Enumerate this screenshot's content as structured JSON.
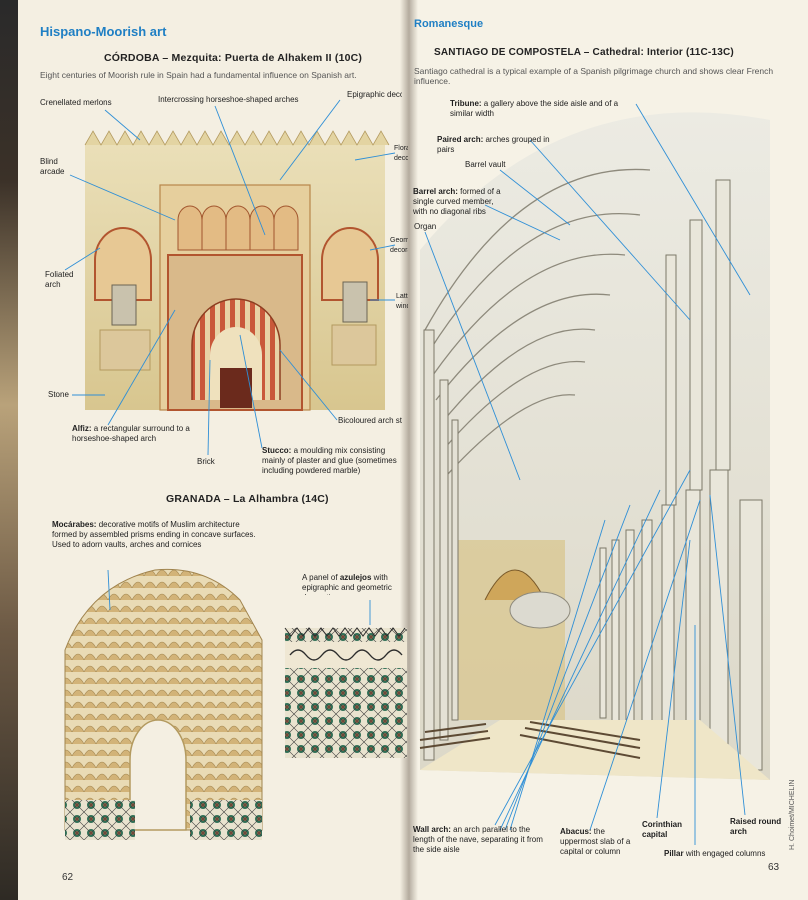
{
  "left": {
    "section_title": "Hispano-Moorish art",
    "cordoba": {
      "heading": "CÓRDOBA – Mezquita: Puerta de Alhakem II (10C)",
      "intro": "Eight centuries of Moorish rule in Spain had a fundamental influence on Spanish art.",
      "labels": {
        "crenellated": "Crenellated merlons",
        "intercrossing": "Intercrossing horseshoe-shaped arches",
        "epigraphic": "Epigraphic decoration",
        "blind_arcade": "Blind arcade",
        "foliated_arch": "Foliated arch",
        "stone": "Stone",
        "alfiz_term": "Alfiz:",
        "alfiz_text": "a rectangular surround to a horseshoe-shaped arch",
        "brick": "Brick",
        "stucco_term": "Stucco:",
        "stucco_text": "a moulding mix consisting mainly of plaster and glue (sometimes including powdered marble)",
        "bicoloured": "Bicoloured arch stones",
        "floral": "Floral decoration",
        "geometric": "Geometric decoration",
        "lattice": "Lattice window"
      }
    },
    "granada": {
      "heading": "GRANADA – La Alhambra (14C)",
      "mocarabes_term": "Mocárabes:",
      "mocarabes_text": "decorative motifs of Muslim architecture formed by assembled prisms ending in concave surfaces. Used to adorn vaults, arches and cornices",
      "azulejos_pre": "A panel of",
      "azulejos_term": "azulejos",
      "azulejos_post": "with epigraphic and geometric decoration"
    },
    "page_number": "62"
  },
  "right": {
    "section_title": "Romanesque",
    "heading": "SANTIAGO DE COMPOSTELA – Cathedral: Interior (11C-13C)",
    "intro": "Santiago cathedral is a typical example of a Spanish pilgrimage church and shows clear French influence.",
    "labels": {
      "tribune_term": "Tribune:",
      "tribune_text": "a gallery above the side aisle and of a similar width",
      "paired_term": "Paired arch:",
      "paired_text": "arches grouped in pairs",
      "barrel_vault": "Barrel vault",
      "barrel_arch_term": "Barrel arch:",
      "barrel_arch_text": "formed of a single curved member, with no diagonal ribs",
      "organ": "Organ",
      "wall_arch_term": "Wall arch:",
      "wall_arch_text": "an arch parallel to the length of the nave, separating it from the side aisle",
      "abacus_term": "Abacus:",
      "abacus_text": "the uppermost slab of a capital or column",
      "corinthian": "Corinthian capital",
      "raised_round": "Raised round arch",
      "pillar_term": "Pillar",
      "pillar_text": "with engaged columns"
    },
    "credit": "H. Choimet/MICHELIN",
    "page_number": "63"
  },
  "colors": {
    "accent_blue": "#1f7fc4",
    "leader_lines": "#2f8fd6",
    "paper": "#f4efe2"
  }
}
